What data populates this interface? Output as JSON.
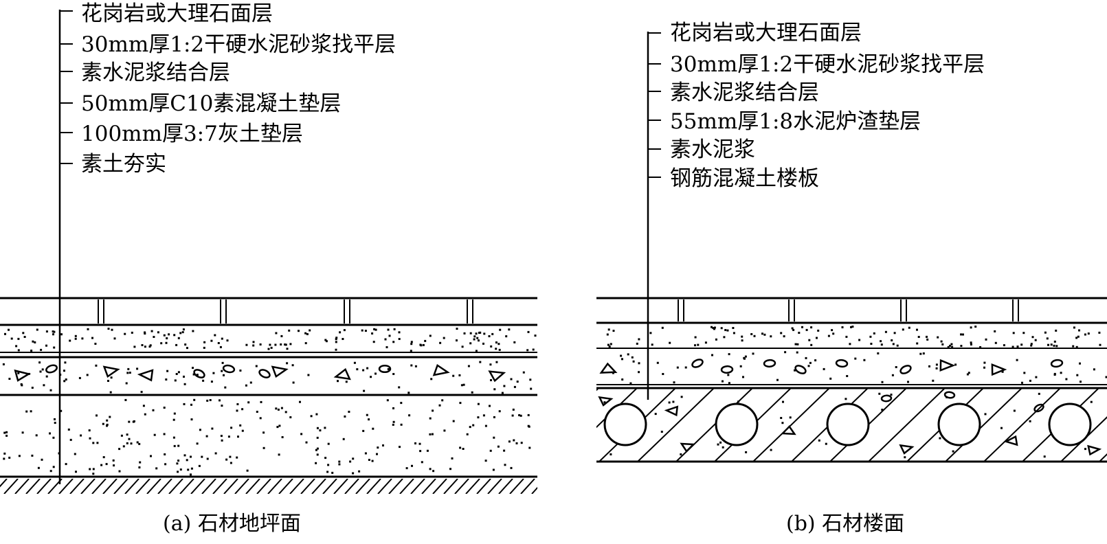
{
  "diagram_a": {
    "labels": [
      "花岗岩或大理石面层",
      "30mm厚1:2干硬水泥砂浆找平层",
      "素水泥浆结合层",
      "50mm厚C10素混凝土垫层",
      "100mm厚3:7灰土垫层",
      "素土夯实"
    ],
    "caption": "(a) 石材地坪面"
  },
  "diagram_b": {
    "labels": [
      "花岗岩或大理石面层",
      "30mm厚1:2干硬水泥砂浆找平层",
      "素水泥浆结合层",
      "55mm厚1:8水泥炉渣垫层",
      "素水泥浆",
      "钢筋混凝土楼板"
    ],
    "caption": "(b) 石材楼面"
  },
  "colors": {
    "ink": "#000000",
    "paper": "#ffffff"
  }
}
